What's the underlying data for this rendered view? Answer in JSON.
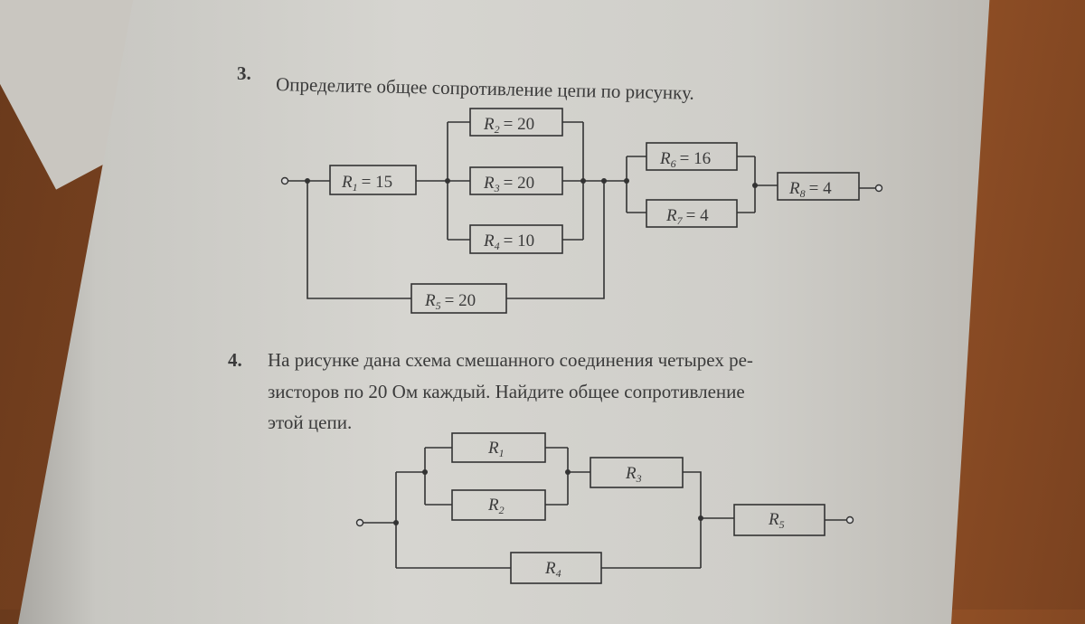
{
  "problem3": {
    "number": "3.",
    "text": "Определите общее сопротивление цепи по рисунку.",
    "resistors": [
      {
        "name": "R",
        "sub": "1",
        "value": "= 15"
      },
      {
        "name": "R",
        "sub": "2",
        "value": "= 20"
      },
      {
        "name": "R",
        "sub": "3",
        "value": "= 20"
      },
      {
        "name": "R",
        "sub": "4",
        "value": "= 10"
      },
      {
        "name": "R",
        "sub": "5",
        "value": "= 20"
      },
      {
        "name": "R",
        "sub": "6",
        "value": "= 16"
      },
      {
        "name": "R",
        "sub": "7",
        "value": "= 4"
      },
      {
        "name": "R",
        "sub": "8",
        "value": "= 4"
      }
    ]
  },
  "problem4": {
    "number": "4.",
    "lines": [
      "На рисунке дана схема смешанного соединения четырех ре-",
      "зисторов по 20 Ом каждый. Найдите общее сопротивление",
      "этой цепи."
    ],
    "resistors": [
      {
        "name": "R",
        "sub": "1"
      },
      {
        "name": "R",
        "sub": "2"
      },
      {
        "name": "R",
        "sub": "3"
      },
      {
        "name": "R",
        "sub": "4"
      },
      {
        "name": "R",
        "sub": "5"
      }
    ]
  }
}
